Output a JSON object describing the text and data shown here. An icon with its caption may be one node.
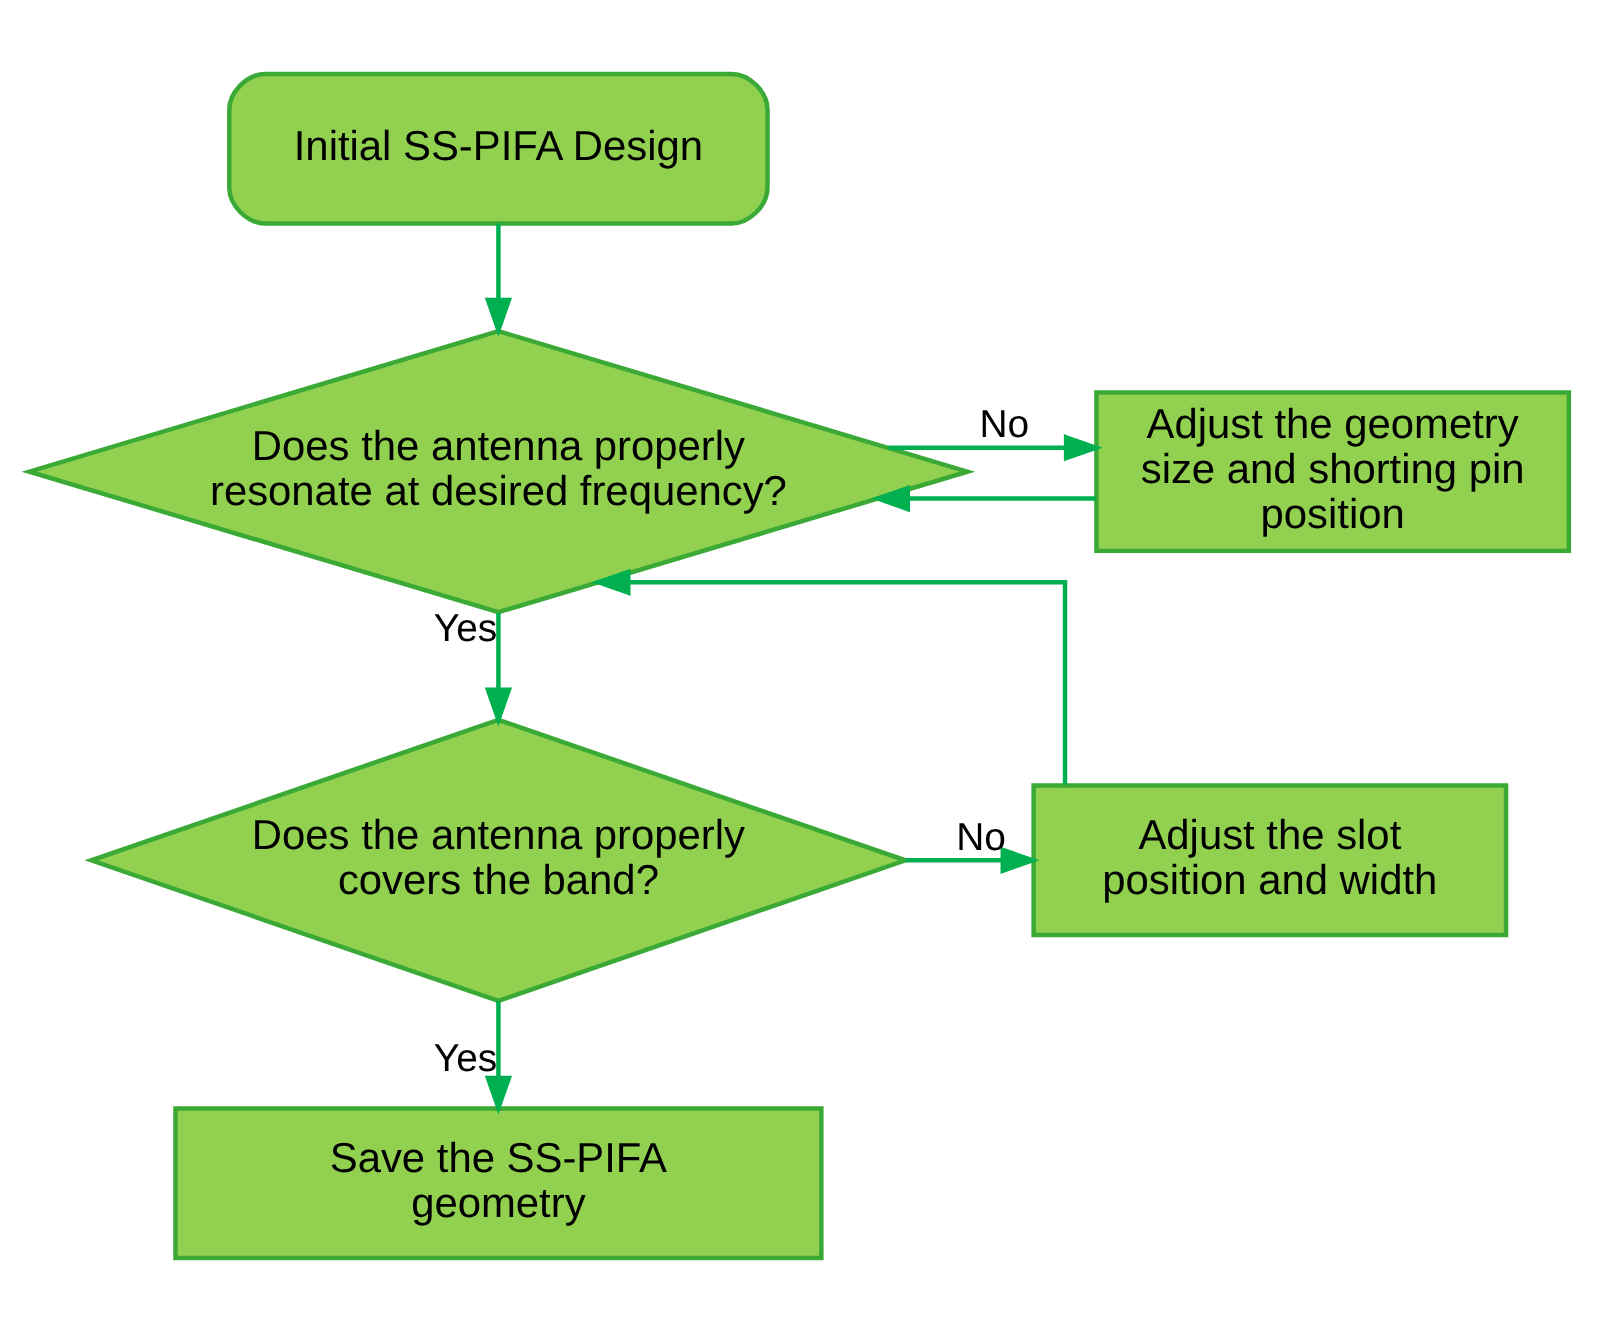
{
  "diagram": {
    "nodes": [
      {
        "text": [
          "Initial SS-PIFA Design"
        ]
      },
      {
        "text": [
          "Does the antenna properly resonate at desired frequency?"
        ]
      },
      {
        "text": [
          "Adjust the geometry size and shorting pin position"
        ]
      },
      {
        "text": [
          "Does the antenna properly covers the band?"
        ]
      },
      {
        "text": [
          "Adjust the slot position and width"
        ]
      },
      {
        "text": [
          "Save the SS-PIFA geometry"
        ]
      }
    ],
    "edges": [
      {
        "from": 0,
        "to": 1,
        "arrow": "to"
      },
      {
        "from": 1,
        "to": 2,
        "arrow": "to",
        "label": "No"
      },
      {
        "from": 2,
        "to": 1,
        "arrow": "to"
      },
      {
        "from": 1,
        "to": 3,
        "arrow": "to",
        "label": "Yes"
      },
      {
        "from": 3,
        "to": 4,
        "arrow": "to",
        "label": "No"
      },
      {
        "from": 4,
        "to": 1,
        "arrow": "to"
      },
      {
        "from": 3,
        "to": 5,
        "arrow": "to",
        "label": "Yes"
      }
    ]
  }
}
